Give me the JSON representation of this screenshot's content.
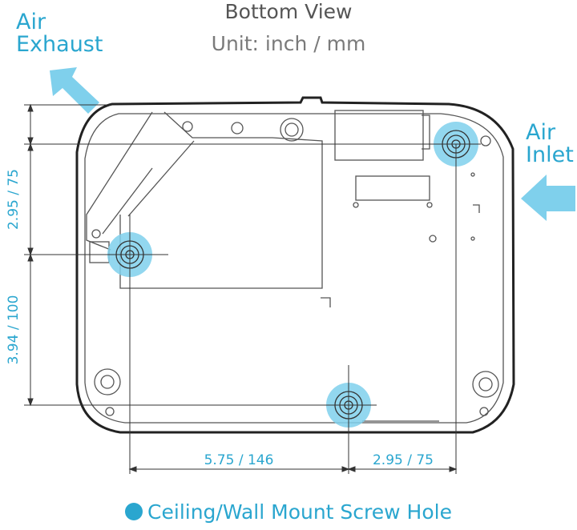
{
  "header": {
    "title": "Bottom View",
    "units": "Unit: inch / mm"
  },
  "labels": {
    "air_exhaust_line1": "Air",
    "air_exhaust_line2": "Exhaust",
    "air_inlet_line1": "Air",
    "air_inlet_line2": "Inlet"
  },
  "dimensions": {
    "left_upper": "2.95 / 75",
    "left_lower": "3.94 / 100",
    "bottom_left": "5.75 / 146",
    "bottom_right": "2.95 / 75"
  },
  "legend": {
    "text": "Ceiling/Wall Mount Screw Hole"
  },
  "colors": {
    "accent": "#2aa6cf",
    "highlight": "#7fd0ec",
    "outline": "#222222"
  }
}
